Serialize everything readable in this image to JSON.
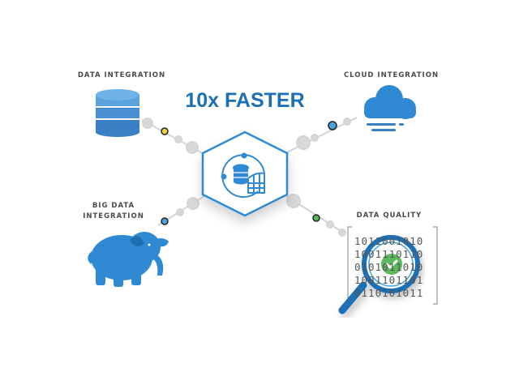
{
  "headline": "10x FASTER",
  "nodes": {
    "data_integration": "DATA INTEGRATION",
    "cloud_integration": "CLOUD INTEGRATION",
    "big_data_line1": "BIG DATA",
    "big_data_line2": "INTEGRATION",
    "data_quality": "DATA QUALITY"
  },
  "binary_rows": [
    "1011001010",
    "1001110110",
    "0101011010",
    "1001101101",
    "0110101011"
  ],
  "colors": {
    "primary": "#1a6fb5",
    "light_blue": "#4aa3df",
    "yellow": "#f2d43a",
    "green": "#5cb85c",
    "connector": "#d0d0d0"
  }
}
